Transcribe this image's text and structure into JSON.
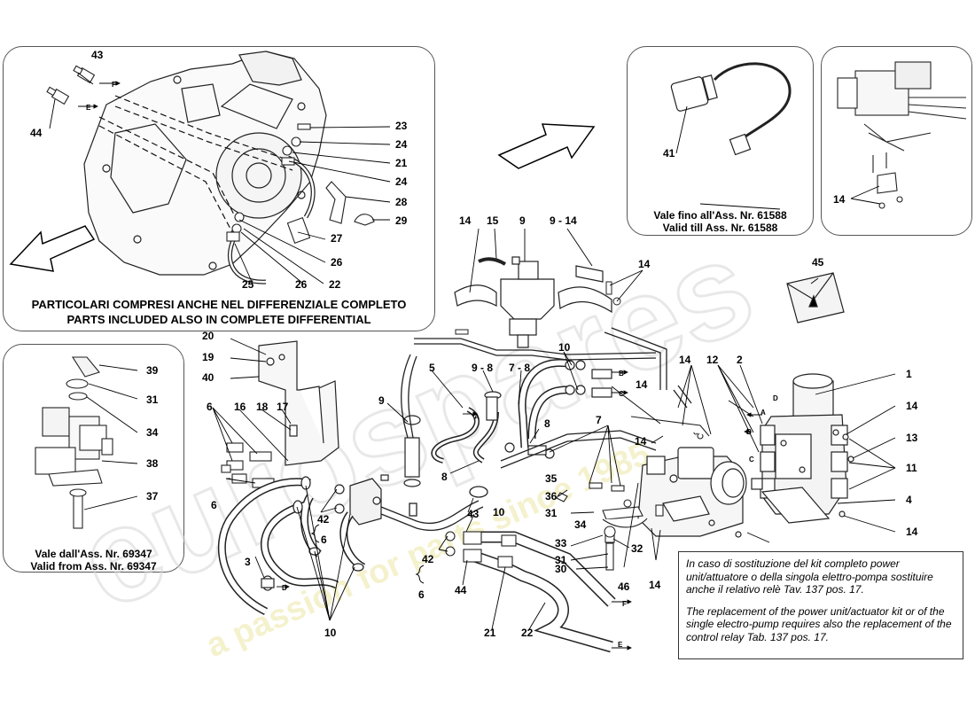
{
  "captions": {
    "top_left_it": "PARTICOLARI COMPRESI ANCHE NEL DIFFERENZIALE COMPLETO",
    "top_left_en": "PARTS INCLUDED ALSO IN COMPLETE DIFFERENTIAL",
    "top_right_it": "Vale fino all'Ass. Nr. 61588",
    "top_right_en": "Valid till Ass. Nr. 61588",
    "left_mid_it": "Vale dall'Ass. Nr. 69347",
    "left_mid_en": "Valid from Ass. Nr. 69347"
  },
  "note": {
    "it": "In caso di sostituzione del kit completo power unit/attuatore o della singola elettro-pompa sostituire anche il relativo relè Tav. 137 pos. 17.",
    "en": "The replacement of the power unit/actuator kit or of the single electro-pump requires also the replacement of the control relay Tab. 137 pos. 17."
  },
  "watermark": {
    "brand": "eurospares",
    "tagline": "a passion for parts since 1985"
  },
  "letters": {
    "a": "A",
    "b": "B",
    "c": "C",
    "d": "D",
    "e": "E",
    "f": "F"
  },
  "callouts": {
    "n1": "1",
    "n2": "2",
    "n3": "3",
    "n4": "4",
    "n5": "5",
    "n6": "6",
    "n7": "7",
    "n8": "8",
    "n9": "9",
    "n10": "10",
    "n11": "11",
    "n12": "12",
    "n13": "13",
    "n14": "14",
    "n15": "15",
    "n16": "16",
    "n17": "17",
    "n18": "18",
    "n19": "19",
    "n20": "20",
    "n21": "21",
    "n22": "22",
    "n23": "23",
    "n24": "24",
    "n25": "25",
    "n26": "26",
    "n27": "27",
    "n28": "28",
    "n29": "29",
    "n30": "30",
    "n31": "31",
    "n32": "32",
    "n33": "33",
    "n34": "34",
    "n35": "35",
    "n36": "36",
    "n37": "37",
    "n38": "38",
    "n39": "39",
    "n40": "40",
    "n41": "41",
    "n42": "42",
    "n43": "43",
    "n44": "44",
    "n45": "45",
    "n46": "46",
    "n7_8": "7 - 8",
    "n9_8": "9 - 8",
    "n9_14": "9 - 14"
  }
}
